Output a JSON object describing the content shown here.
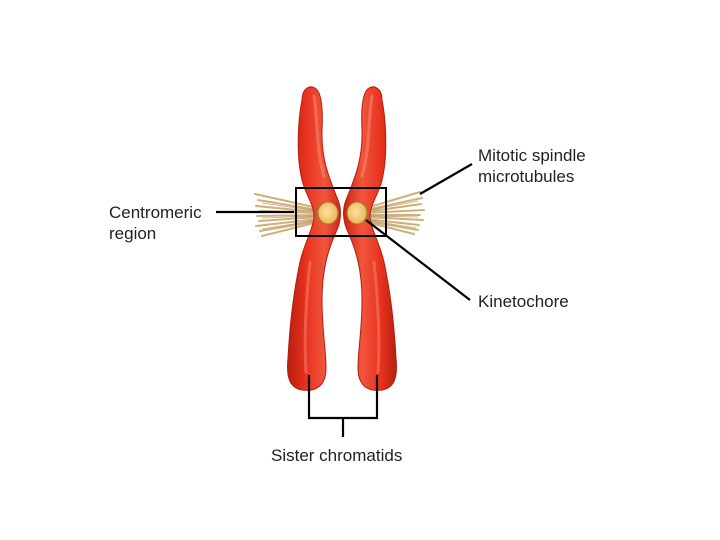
{
  "labels": {
    "centromeric": [
      "Centromeric",
      "region"
    ],
    "spindle": [
      "Mitotic spindle",
      "microtubules"
    ],
    "kinetochore": "Kinetochore",
    "sister": "Sister chromatids"
  },
  "colors": {
    "chromatid": "#e8321e",
    "chromatid_shadow": "#b8200f",
    "chromatid_highlight": "#f5735a",
    "kinetochore": "#f5c56a",
    "fiber": "#d2b47a",
    "line": "#000000"
  }
}
